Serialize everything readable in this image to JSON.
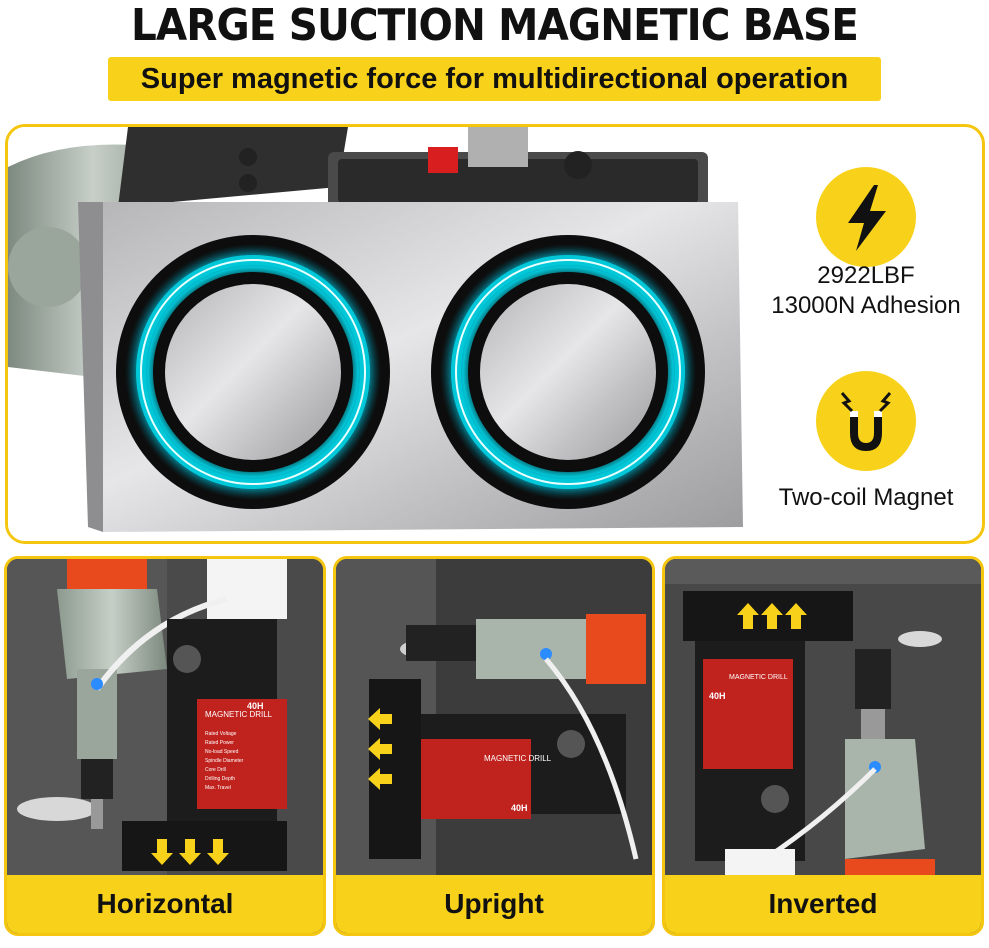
{
  "header": {
    "title": "LARGE SUCTION MAGNETIC BASE",
    "subtitle": "Super magnetic force for multidirectional operation"
  },
  "features": [
    {
      "icon": "lightning-bolt-icon",
      "line1": "2922LBF",
      "line2": "13000N Adhesion"
    },
    {
      "icon": "horseshoe-magnet-icon",
      "line1": "Two-coil Magnet"
    }
  ],
  "plate": {
    "title": "MAGNETIC DRILL",
    "model": "40H",
    "rows": [
      "Rated Voltage",
      "Rated Power",
      "No-load Speed",
      "Spindle Diameter",
      "Core Drill",
      "Drilling Depth",
      "Max. Travel"
    ]
  },
  "panels": [
    {
      "label": "Horizontal",
      "arrow_direction": "down"
    },
    {
      "label": "Upright",
      "arrow_direction": "left"
    },
    {
      "label": "Inverted",
      "arrow_direction": "up"
    }
  ],
  "colors": {
    "accent": "#f8d21a",
    "magnet_ring": "#00c8d8",
    "plate_red": "#c0221e"
  }
}
